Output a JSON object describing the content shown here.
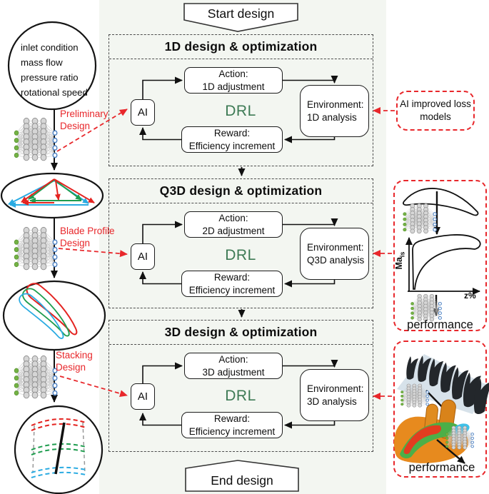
{
  "header": {
    "start": "Start design",
    "end": "End design"
  },
  "left_column": {
    "inlet_circle": {
      "line1": "inlet condition",
      "line2": "mass flow",
      "line3": "pressure ratio",
      "line4": "rotational speed"
    },
    "preliminary_label": "Preliminary Design",
    "blade_profile_label": "Blade Profile Design",
    "stacking_label": "Stacking Design"
  },
  "sections": [
    {
      "title": "1D design & optimization",
      "ai": "AI",
      "drl": "DRL",
      "action_title": "Action:",
      "action_value": "1D adjustment",
      "env_title": "Environment:",
      "env_value": "1D analysis",
      "reward_title": "Reward:",
      "reward_value": "Efficiency increment"
    },
    {
      "title": "Q3D design & optimization",
      "ai": "AI",
      "drl": "DRL",
      "action_title": "Action:",
      "action_value": "2D adjustment",
      "env_title": "Environment:",
      "env_value": "Q3D analysis",
      "reward_title": "Reward:",
      "reward_value": "Efficiency increment"
    },
    {
      "title": "3D design & optimization",
      "ai": "AI",
      "drl": "DRL",
      "action_title": "Action:",
      "action_value": "3D adjustment",
      "env_title": "Environment:",
      "env_value": "3D analysis",
      "reward_title": "Reward:",
      "reward_value": "Efficiency increment"
    }
  ],
  "right_column": {
    "loss_models_label": "AI improved loss models",
    "q3d_panel": {
      "ylabel_main": "Ma",
      "ylabel_sub": "is",
      "xlabel": "z%",
      "performance_label": "performance"
    },
    "threed_panel": {
      "performance_label": "performance"
    }
  },
  "colors": {
    "accent_red": "#e8272b",
    "drl_green": "#3d7a55",
    "triangle_red": "#e42320",
    "triangle_green": "#1f9d4f",
    "triangle_cyan": "#2aabe2",
    "node_green": "#74b245",
    "node_blue": "#4d82c4"
  }
}
